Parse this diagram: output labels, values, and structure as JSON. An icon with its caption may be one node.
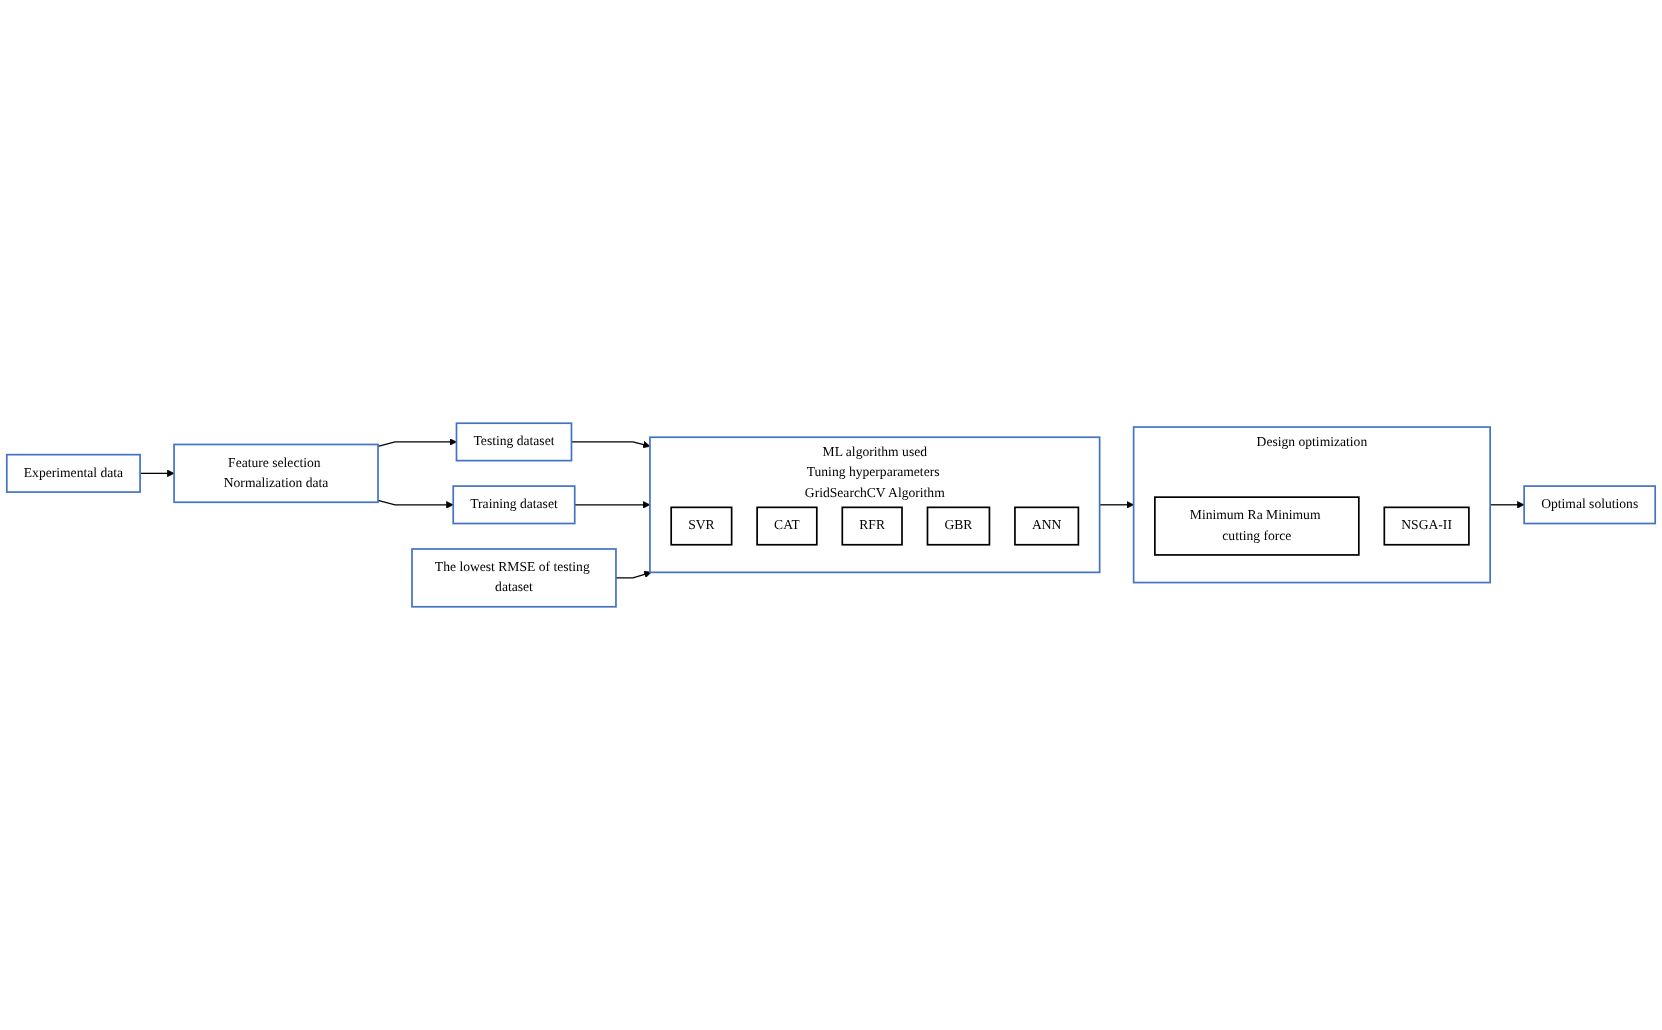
{
  "diagram": {
    "nodes": [
      {
        "text": [
          "Experimental data"
        ]
      },
      {
        "text": [
          "Feature selection Normalization data"
        ]
      },
      {
        "text": [
          "Testing dataset"
        ]
      },
      {
        "text": [
          "Training dataset"
        ]
      },
      {
        "text": [
          "ML algorithm used",
          "Tuning hyperparameters GridSearchCV Algorithm"
        ]
      },
      {
        "text": [
          "SVR"
        ],
        "in": 4
      },
      {
        "text": [
          "CAT"
        ],
        "in": 4
      },
      {
        "text": [
          "RFR"
        ],
        "in": 4
      },
      {
        "text": [
          "GBR"
        ],
        "in": 4
      },
      {
        "text": [
          "ANN"
        ],
        "in": 4
      },
      {
        "text": [
          "The lowest RMSE of testing dataset"
        ]
      },
      {
        "text": [
          "Design optimization"
        ]
      },
      {
        "text": [
          "Minimum Ra Minimum cutting force"
        ],
        "in": 11
      },
      {
        "text": [
          "NSGA-II"
        ],
        "in": 11
      },
      {
        "text": [
          "Optimal solutions"
        ]
      }
    ],
    "edges": [
      {
        "from": 0,
        "to": 1,
        "arrow": "to"
      },
      {
        "from": 1,
        "to": 2,
        "arrow": "to"
      },
      {
        "from": 1,
        "to": 3,
        "arrow": "to"
      },
      {
        "from": 2,
        "to": 4,
        "arrow": "to"
      },
      {
        "from": 3,
        "to": 4,
        "arrow": "to"
      },
      {
        "from": 10,
        "to": 4,
        "arrow": "to"
      },
      {
        "from": 4,
        "to": 11,
        "arrow": "to"
      },
      {
        "from": 11,
        "to": 14,
        "arrow": "to"
      }
    ]
  }
}
